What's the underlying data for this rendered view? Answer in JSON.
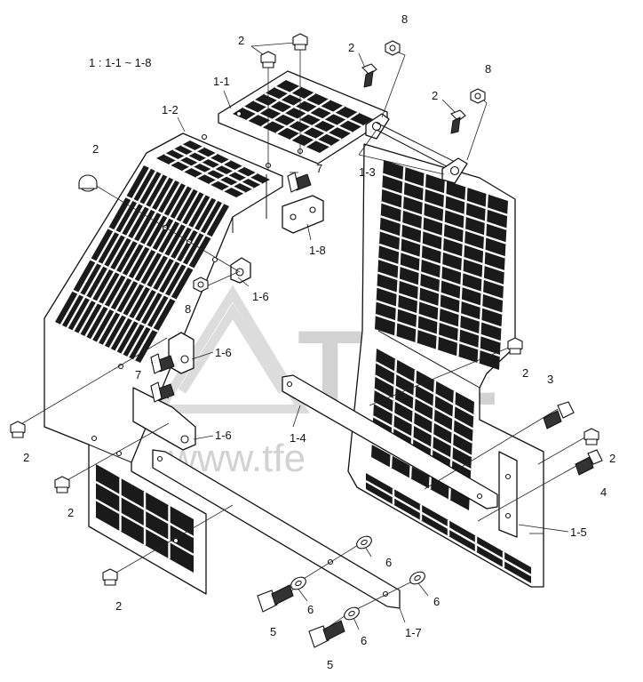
{
  "caption": "1 : 1-1 ~ 1-8",
  "watermark": {
    "brand": "TFE",
    "url": "www.tfe"
  },
  "callouts": {
    "p1_1": "1-1",
    "p1_2": "1-2",
    "p1_3": "1-3",
    "p1_4": "1-4",
    "p1_5": "1-5",
    "p1_6": "1-6",
    "p1_7": "1-7",
    "p1_8": "1-8",
    "p2": "2",
    "p3": "3",
    "p4": "4",
    "p5": "5",
    "p6": "6",
    "p7": "7",
    "p8": "8"
  }
}
